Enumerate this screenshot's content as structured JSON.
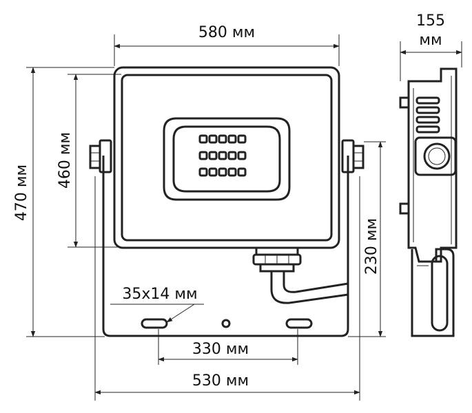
{
  "dimensions": {
    "width_top": "580 мм",
    "depth_value": "155",
    "depth_unit": "мм",
    "height_total": "470 мм",
    "height_body": "460 мм",
    "bracket_height": "230 мм",
    "slot_size": "35x14 мм",
    "slot_spacing": "330 мм",
    "bracket_width": "530 мм"
  }
}
